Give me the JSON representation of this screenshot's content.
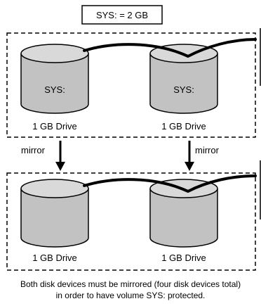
{
  "volume_label": "SYS: = 2 GB",
  "top_group": {
    "drives": [
      {
        "volume": "SYS:",
        "caption": "1 GB Drive"
      },
      {
        "volume": "SYS:",
        "caption": "1 GB Drive"
      }
    ]
  },
  "mirror_labels": [
    "mirror",
    "mirror"
  ],
  "bottom_group": {
    "drives": [
      {
        "caption": "1 GB Drive"
      },
      {
        "caption": "1 GB Drive"
      }
    ]
  },
  "footer": {
    "line1": "Both disk devices must be mirrored (four disk devices total)",
    "line2": "in order to have volume SYS: protected."
  }
}
